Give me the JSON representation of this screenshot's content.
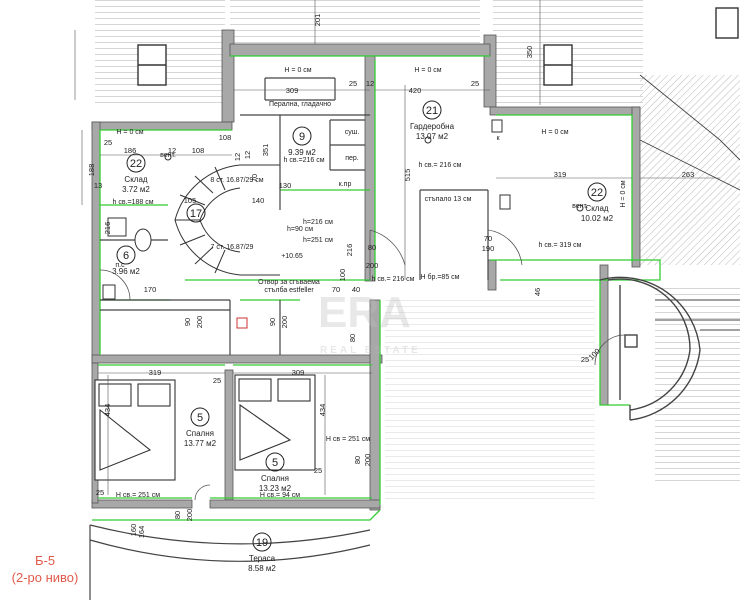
{
  "caption": {
    "line1": "Б-5",
    "line2": "(2-ро ниво)"
  },
  "watermark": {
    "brand": "ERA",
    "sub": "REAL ESTATE"
  },
  "rooms": [
    {
      "id": "r22a",
      "num": "22",
      "name": "Склад",
      "area": "3.72 м2"
    },
    {
      "id": "r9",
      "num": "9",
      "name": "",
      "area": "9.39 м2"
    },
    {
      "id": "r21",
      "num": "21",
      "name": "Гардеробна",
      "area": "13.07 м2"
    },
    {
      "id": "r22b",
      "num": "22",
      "name": "Склад",
      "area": "10.02 м2"
    },
    {
      "id": "r17",
      "num": "17",
      "name": "",
      "area": ""
    },
    {
      "id": "r6",
      "num": "6",
      "name": "",
      "area": "3.96 м2"
    },
    {
      "id": "r5a",
      "num": "5",
      "name": "Спалня",
      "area": "13.77 м2"
    },
    {
      "id": "r5b",
      "num": "5",
      "name": "Спалня",
      "area": "13.23 м2"
    },
    {
      "id": "r19",
      "num": "19",
      "name": "Тераса",
      "area": "8.58 м2"
    }
  ],
  "labels": [
    {
      "id": "l_laundry",
      "text": "Перална, гладачно"
    },
    {
      "id": "l_h1",
      "text": "H = 0 см"
    },
    {
      "id": "l_h2",
      "text": "H = 0 см"
    },
    {
      "id": "l_h3",
      "text": "H = 0 см"
    },
    {
      "id": "l_h4",
      "text": "H = 0 см"
    },
    {
      "id": "l_h5",
      "text": "H = 0 см"
    },
    {
      "id": "l_suh",
      "text": "суш."
    },
    {
      "id": "l_per",
      "text": "пер."
    },
    {
      "id": "l_hsv216a",
      "text": "h св.=216 см"
    },
    {
      "id": "l_hsv216b",
      "text": "h св.= 216 см"
    },
    {
      "id": "l_hsv188",
      "text": "h св.=188 см"
    },
    {
      "id": "l_hsv319",
      "text": "h св.= 319 см"
    },
    {
      "id": "l_h216c",
      "text": "h=216 см"
    },
    {
      "id": "l_h251",
      "text": "h=251 см"
    },
    {
      "id": "l_h90",
      "text": "h=90 см"
    },
    {
      "id": "l_hsv216d",
      "text": "h св.= 216 см"
    },
    {
      "id": "l_hbr",
      "text": "Н бр.=85 см"
    },
    {
      "id": "l_stair1",
      "text": "8 ст. 16.87/29 см"
    },
    {
      "id": "l_stair2",
      "text": "7 ст. 16.87/29"
    },
    {
      "id": "l_step",
      "text": "стъпало 13 см"
    },
    {
      "id": "l_level",
      "text": "+10.65"
    },
    {
      "id": "l_opening1",
      "text": "Отвор за сгъваема"
    },
    {
      "id": "l_opening2",
      "text": "стълба estfeller"
    },
    {
      "id": "l_hsv251",
      "text": "Н св.= 251 см"
    },
    {
      "id": "l_hsv251b",
      "text": "Н св = 251 см"
    },
    {
      "id": "l_hsv94",
      "text": "Н св.= 94 см"
    },
    {
      "id": "l_kp",
      "text": "к.пр"
    },
    {
      "id": "l_vent1",
      "text": "вент."
    },
    {
      "id": "l_vent2",
      "text": "вент."
    },
    {
      "id": "l_ps",
      "text": "п.с"
    },
    {
      "id": "l_k",
      "text": "к"
    }
  ],
  "dims": [
    {
      "id": "d201",
      "text": "201"
    },
    {
      "id": "d350",
      "text": "350"
    },
    {
      "id": "d309a",
      "text": "309"
    },
    {
      "id": "d25a",
      "text": "25"
    },
    {
      "id": "d12a",
      "text": "12"
    },
    {
      "id": "d420",
      "text": "420"
    },
    {
      "id": "d25b",
      "text": "25"
    },
    {
      "id": "d25c",
      "text": "25"
    },
    {
      "id": "d186",
      "text": "186"
    },
    {
      "id": "d12b",
      "text": "12"
    },
    {
      "id": "d108a",
      "text": "108"
    },
    {
      "id": "d108b",
      "text": "108"
    },
    {
      "id": "d515",
      "text": "515"
    },
    {
      "id": "d319a",
      "text": "319"
    },
    {
      "id": "d263",
      "text": "263"
    },
    {
      "id": "d188",
      "text": "188"
    },
    {
      "id": "d13",
      "text": "13"
    },
    {
      "id": "d105",
      "text": "105"
    },
    {
      "id": "d140",
      "text": "140"
    },
    {
      "id": "d216a",
      "text": "216"
    },
    {
      "id": "d216b",
      "text": "216"
    },
    {
      "id": "d170",
      "text": "170"
    },
    {
      "id": "d80a",
      "text": "80"
    },
    {
      "id": "d200a",
      "text": "200"
    },
    {
      "id": "d90a",
      "text": "90"
    },
    {
      "id": "d200b",
      "text": "200"
    },
    {
      "id": "d90b",
      "text": "90"
    },
    {
      "id": "d200c",
      "text": "200"
    },
    {
      "id": "d70a",
      "text": "70"
    },
    {
      "id": "d40",
      "text": "40"
    },
    {
      "id": "d100a",
      "text": "100"
    },
    {
      "id": "d80b",
      "text": "80"
    },
    {
      "id": "d70b",
      "text": "70"
    },
    {
      "id": "d190",
      "text": "190"
    },
    {
      "id": "d319b",
      "text": "319"
    },
    {
      "id": "d309b",
      "text": "309"
    },
    {
      "id": "d434a",
      "text": "434"
    },
    {
      "id": "d434b",
      "text": "434"
    },
    {
      "id": "d46",
      "text": "46"
    },
    {
      "id": "d100b",
      "text": "100"
    },
    {
      "id": "d25d",
      "text": "25"
    },
    {
      "id": "d80c",
      "text": "80"
    },
    {
      "id": "d200d",
      "text": "200"
    },
    {
      "id": "d160",
      "text": "160"
    },
    {
      "id": "d164",
      "text": "164"
    },
    {
      "id": "d25e",
      "text": "25"
    },
    {
      "id": "d25f",
      "text": "25"
    },
    {
      "id": "d25g",
      "text": "25"
    },
    {
      "id": "d12c",
      "text": "12"
    },
    {
      "id": "d12d",
      "text": "12"
    },
    {
      "id": "d351",
      "text": "351"
    },
    {
      "id": "d70c",
      "text": "70"
    },
    {
      "id": "d130",
      "text": "130"
    },
    {
      "id": "d80d",
      "text": "80"
    },
    {
      "id": "d200e",
      "text": "200"
    }
  ],
  "colors": {
    "wall": "#a8a8a8",
    "wallEdge": "#555555",
    "green": "#33cc33",
    "text": "#222222",
    "caption": "#e05a4a"
  }
}
